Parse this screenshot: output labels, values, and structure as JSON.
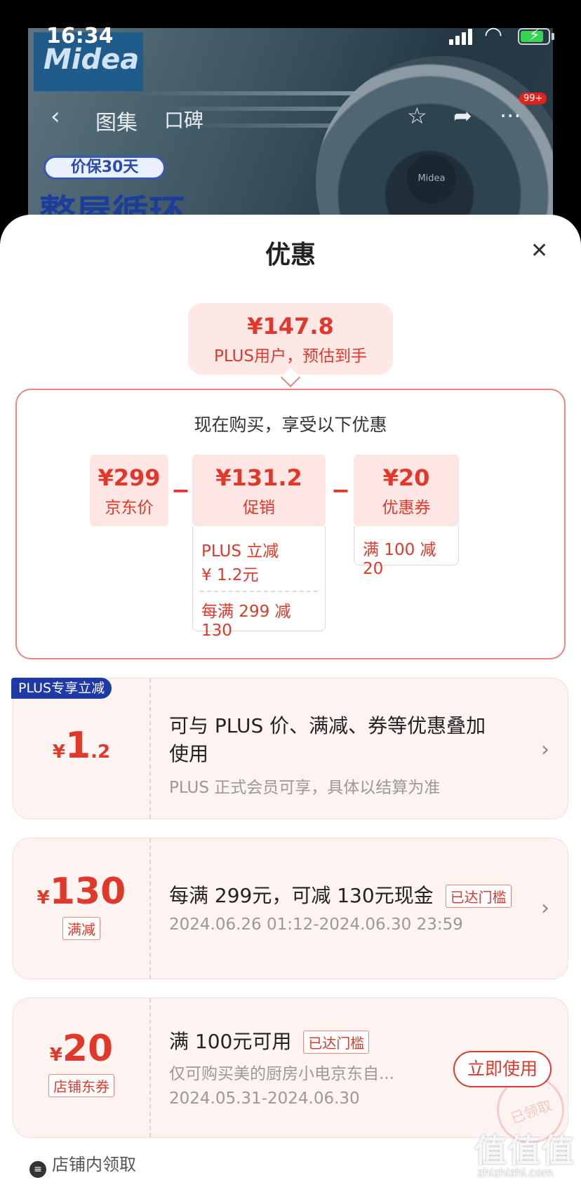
{
  "status_bar": {
    "time": "16:34"
  },
  "background": {
    "brand": "Midea",
    "hub_text": "Midea",
    "nav_tabs": [
      "图集",
      "口碑"
    ],
    "badge": "99+",
    "promo_tag": "价保30天",
    "promo_headline": "整屋循环"
  },
  "sheet": {
    "title": "优惠",
    "estimate": {
      "price": "¥147.8",
      "label": "PLUS用户，预估到手"
    },
    "breakdown": {
      "title": "现在购买，享受以下优惠",
      "items": [
        {
          "value": "¥299",
          "name": "京东价"
        },
        {
          "value": "¥131.2",
          "name": "促销"
        },
        {
          "value": "¥20",
          "name": "优惠券"
        }
      ],
      "promo_details": [
        "PLUS 立减",
        "¥ 1.2元",
        "每满 299 减 130"
      ],
      "coupon_details": [
        "满 100 减 20"
      ]
    },
    "cards": [
      {
        "badge": "PLUS专享立减",
        "currency": "¥",
        "amount": "1",
        "decimal": ".2",
        "title_line1": "可与 PLUS 价、满减、券等优惠叠加",
        "title_line2": "使用",
        "subtitle": "PLUS 正式会员可享，具体以结算为准"
      },
      {
        "currency": "¥",
        "amount": "130",
        "type_tag": "满减",
        "title": "每满 299元，可减 130元现金",
        "status_tag": "已达门槛",
        "subtitle": "2024.06.26 01:12-2024.06.30 23:59"
      },
      {
        "currency": "¥",
        "amount": "20",
        "type_tag": "店铺东券",
        "title": "满 100元可用",
        "status_tag": "已达门槛",
        "subtitle": "仅可购买美的厨房小电京东自...",
        "date": "2024.05.31-2024.06.30",
        "action": "立即使用",
        "stamp": "已领取"
      }
    ],
    "store_note": "店铺内领取"
  },
  "watermark": {
    "logo": "值值值",
    "url": "zhizhizhi.com"
  },
  "colors": {
    "accent": "#e0392b",
    "plus_blue": "#1f3aa6",
    "chip_bg": "#fde6e3"
  }
}
